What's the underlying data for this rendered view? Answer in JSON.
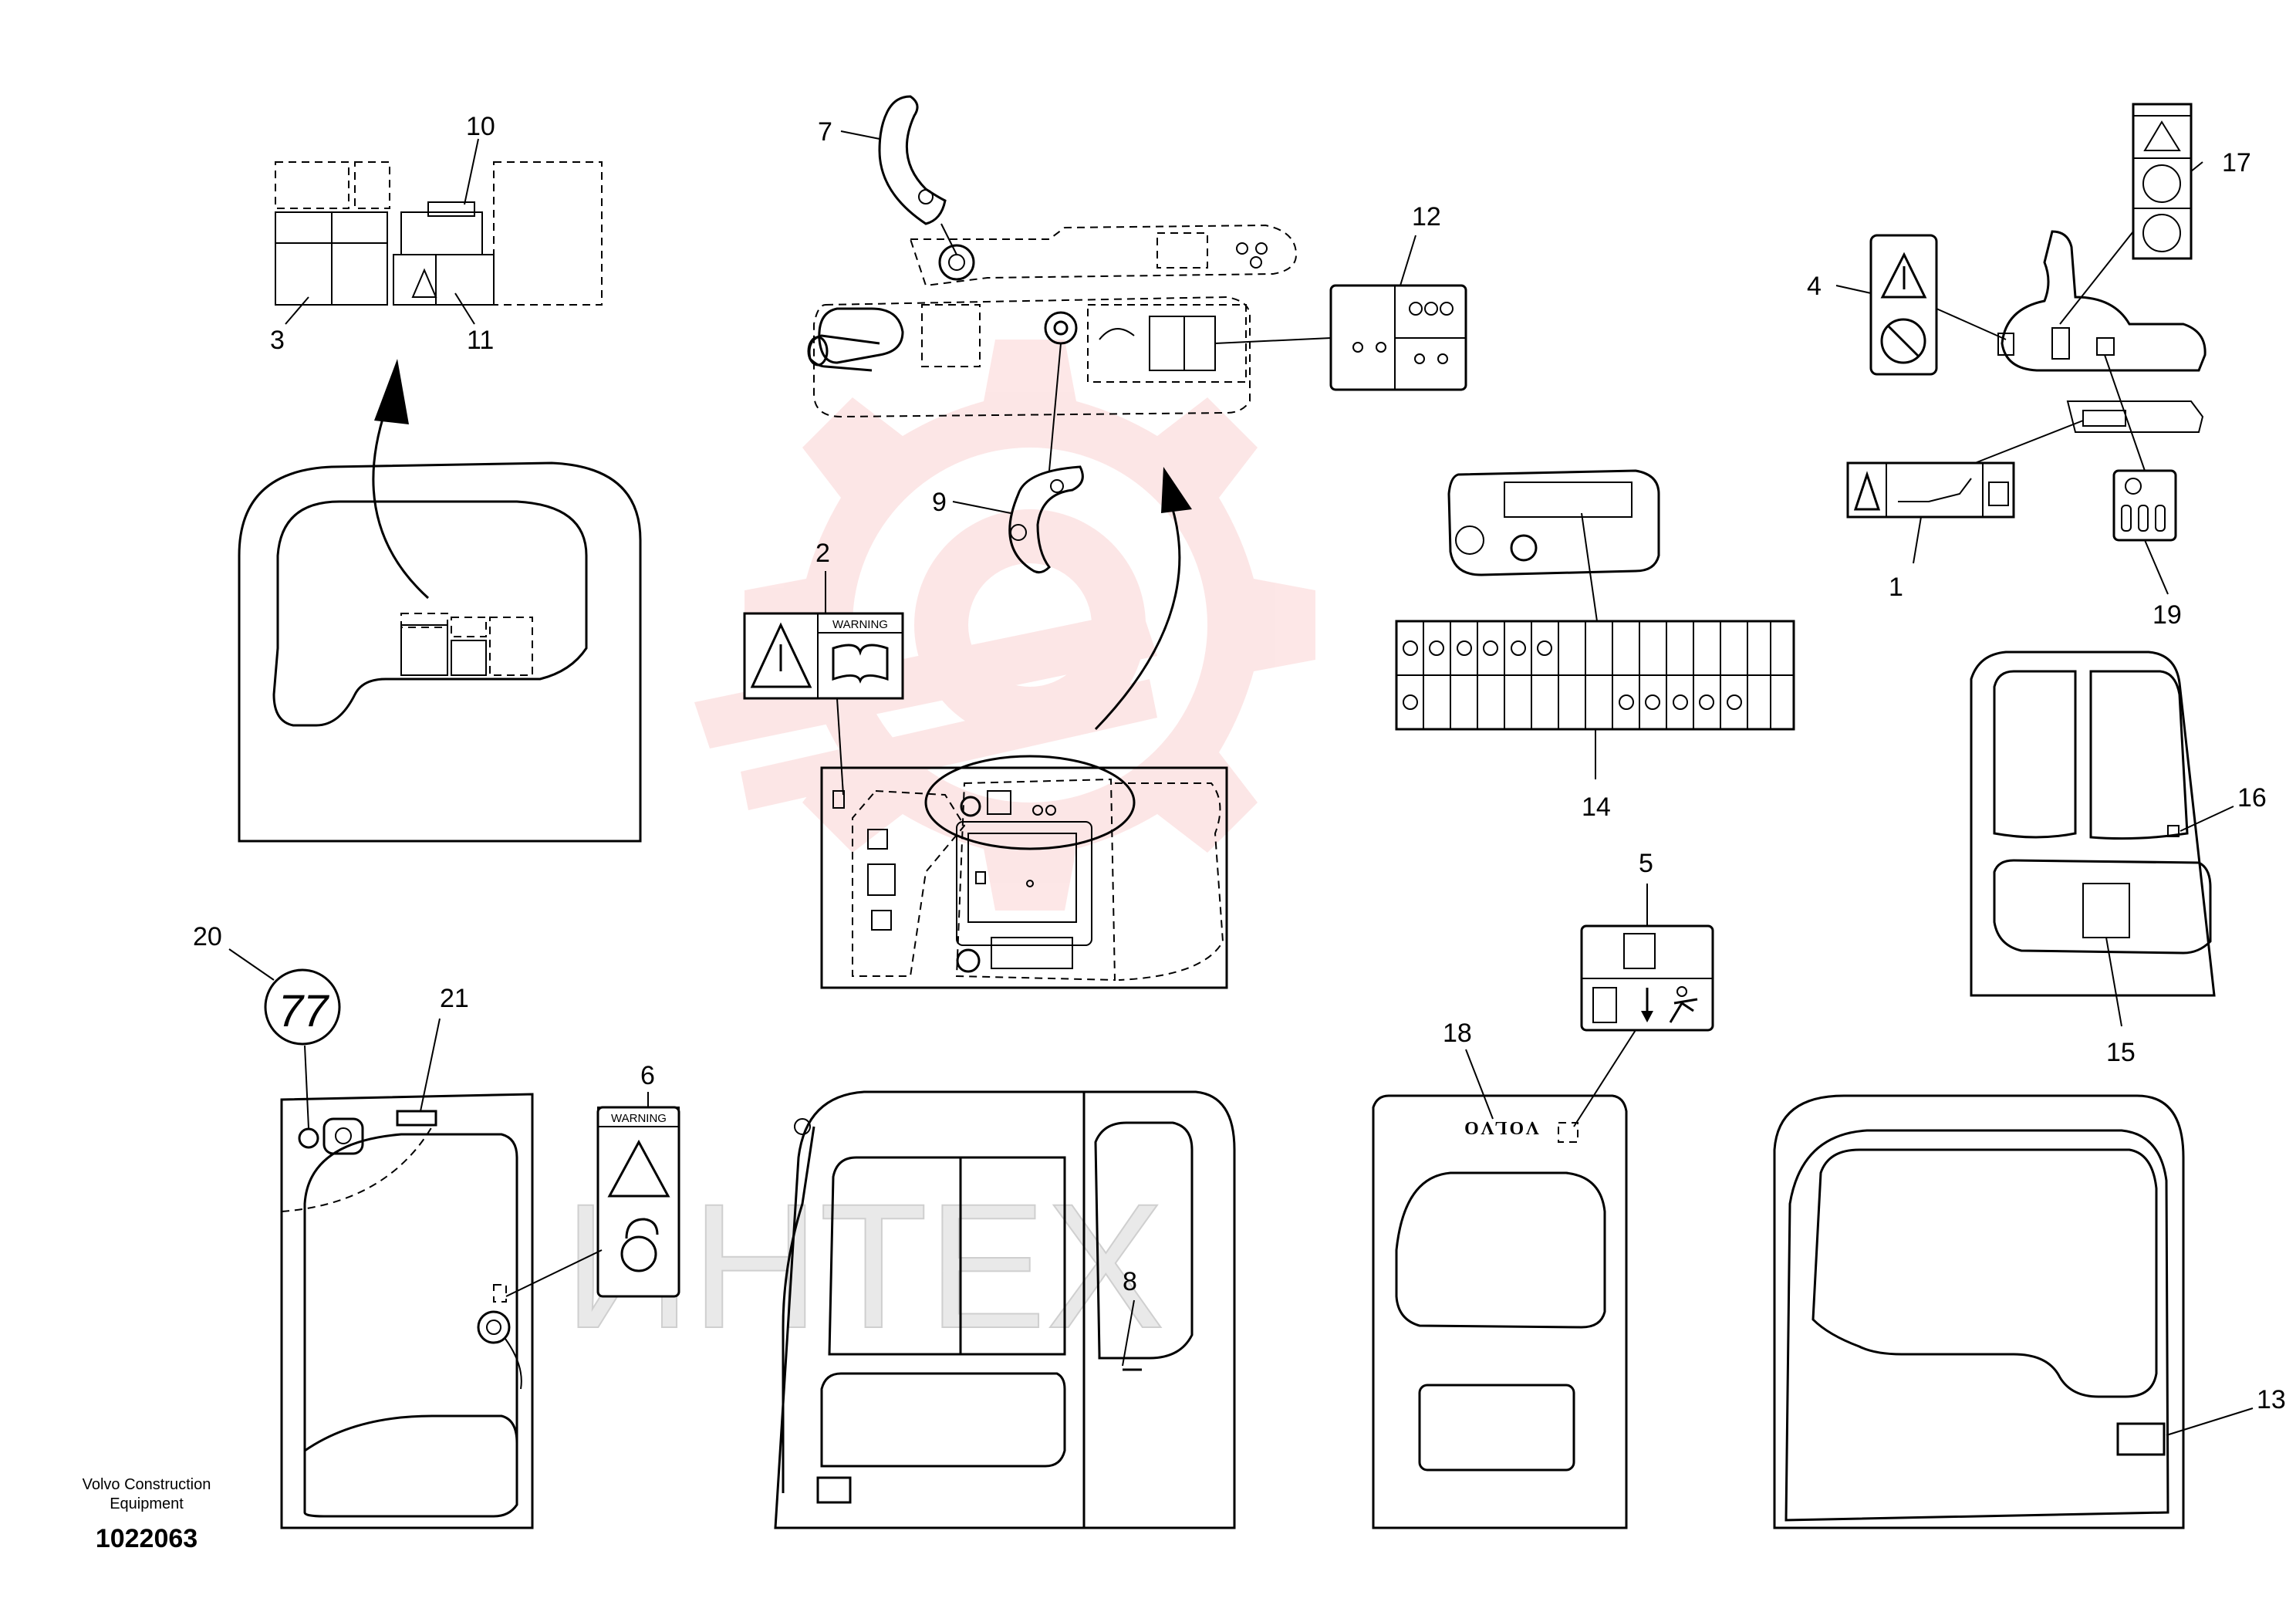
{
  "callouts": {
    "c1": "1",
    "c2": "2",
    "c3": "3",
    "c4": "4",
    "c5": "5",
    "c6": "6",
    "c7": "7",
    "c8": "8",
    "c9": "9",
    "c10": "10",
    "c11": "11",
    "c12": "12",
    "c13": "13",
    "c14": "14",
    "c15": "15",
    "c16": "16",
    "c17": "17",
    "c18": "18",
    "c19": "19",
    "c20": "20",
    "c21": "21"
  },
  "decal_text": {
    "warning": "WARNING",
    "brand": "VOLVO",
    "sound_level": "77"
  },
  "watermark": {
    "text": "ИНТЕХ",
    "color": "#f06a6a"
  },
  "footer": {
    "company_line1": "Volvo Construction",
    "company_line2": "Equipment",
    "drawing_number": "1022063"
  }
}
